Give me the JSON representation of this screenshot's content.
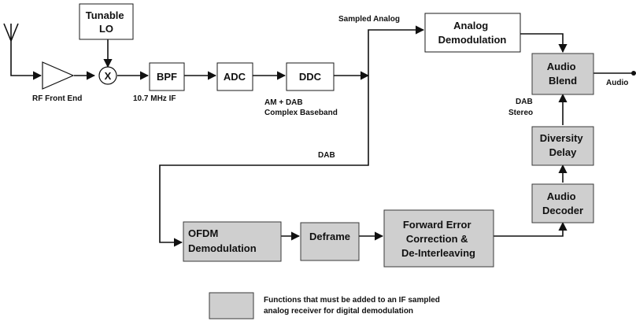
{
  "blocks": {
    "tunable_lo": [
      "Tunable",
      "LO"
    ],
    "mixer": "X",
    "bpf": "BPF",
    "adc": "ADC",
    "ddc": "DDC",
    "analog_demod": [
      "Analog",
      "Demodulation"
    ],
    "audio_blend": [
      "Audio",
      "Blend"
    ],
    "diversity_delay": [
      "Diversity",
      "Delay"
    ],
    "audio_decoder": [
      "Audio",
      "Decoder"
    ],
    "ofdm_demod": [
      "OFDM",
      "Demodulation"
    ],
    "deframe": "Deframe",
    "fec": [
      "Forward Error",
      "Correction &",
      "De-Interleaving"
    ]
  },
  "labels": {
    "rf_front_end": "RF Front End",
    "if_freq": "10.7 MHz IF",
    "baseband": [
      "AM + DAB",
      "Complex Baseband"
    ],
    "sampled_analog": "Sampled Analog",
    "dab": "DAB",
    "dab_stereo": [
      "DAB",
      "Stereo"
    ],
    "audio_out": "Audio"
  },
  "legend": {
    "text": [
      "Functions that must be added to an IF sampled",
      "analog receiver for digital demodulation"
    ]
  },
  "colors": {
    "added_function_fill": "#cfcfcf",
    "standard_block_fill": "#ffffff",
    "line": "#111111"
  }
}
